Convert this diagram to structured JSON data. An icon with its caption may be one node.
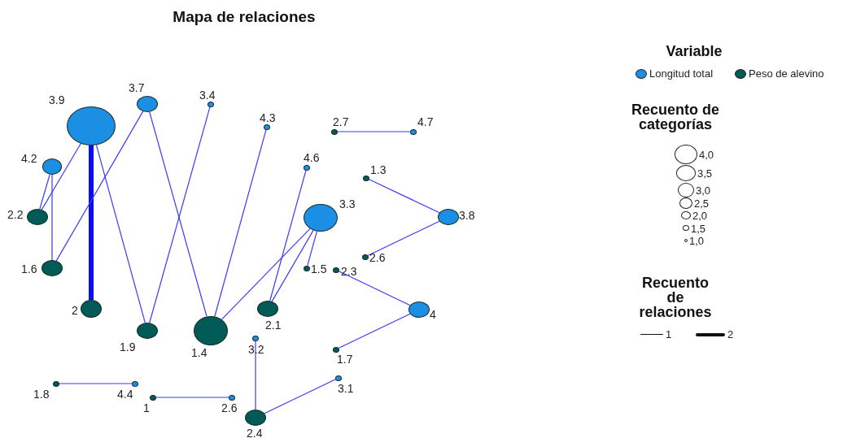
{
  "diagram": {
    "title": "Mapa de relaciones",
    "nodes": [
      {
        "text": [],
        "shape": "circle",
        "beside": [
          "3.9"
        ]
      },
      {
        "text": [],
        "shape": "circle",
        "beside": [
          "3.7"
        ]
      },
      {
        "text": [],
        "shape": "circle",
        "beside": [
          "3.4"
        ]
      },
      {
        "text": [],
        "shape": "circle",
        "beside": [
          "4.3"
        ]
      },
      {
        "text": [],
        "shape": "circle",
        "beside": [
          "2.7"
        ]
      },
      {
        "text": [],
        "shape": "circle",
        "beside": [
          "4.7"
        ]
      },
      {
        "text": [],
        "shape": "circle",
        "beside": [
          "4.2"
        ]
      },
      {
        "text": [],
        "shape": "circle",
        "beside": [
          "4.6"
        ]
      },
      {
        "text": [],
        "shape": "circle",
        "beside": [
          "1.3"
        ]
      },
      {
        "text": [],
        "shape": "circle",
        "beside": [
          "2.2"
        ]
      },
      {
        "text": [],
        "shape": "circle",
        "beside": [
          "3.3"
        ]
      },
      {
        "text": [],
        "shape": "circle",
        "beside": [
          "3.8"
        ]
      },
      {
        "text": [],
        "shape": "circle",
        "beside": [
          "2.6"
        ]
      },
      {
        "text": [],
        "shape": "circle",
        "beside": [
          "1.6"
        ]
      },
      {
        "text": [],
        "shape": "circle",
        "beside": [
          "1.5"
        ]
      },
      {
        "text": [],
        "shape": "circle",
        "beside": [
          "2.3"
        ]
      },
      {
        "text": [],
        "shape": "circle",
        "beside": [
          "2"
        ]
      },
      {
        "text": [],
        "shape": "circle",
        "beside": [
          "2.1"
        ]
      },
      {
        "text": [],
        "shape": "circle",
        "beside": [
          "4"
        ]
      },
      {
        "text": [],
        "shape": "circle",
        "beside": [
          "1.9"
        ]
      },
      {
        "text": [],
        "shape": "circle",
        "beside": [
          "1.4"
        ]
      },
      {
        "text": [],
        "shape": "circle",
        "beside": [
          "3.2"
        ]
      },
      {
        "text": [],
        "shape": "circle",
        "beside": [
          "1.7"
        ]
      },
      {
        "text": [],
        "shape": "circle",
        "beside": [
          "3.1"
        ]
      },
      {
        "text": [],
        "shape": "circle",
        "beside": [
          "1.8"
        ]
      },
      {
        "text": [],
        "shape": "circle",
        "beside": [
          "4.4"
        ]
      },
      {
        "text": [],
        "shape": "circle",
        "beside": [
          "1"
        ]
      },
      {
        "text": [],
        "shape": "circle",
        "beside": [
          "2.6"
        ]
      },
      {
        "text": [],
        "shape": "circle",
        "beside": [
          "2.4"
        ]
      }
    ],
    "edges": [
      {
        "from": 0,
        "to": 16,
        "arrow": "none",
        "style": "thick"
      },
      {
        "from": 0,
        "to": 9,
        "arrow": "none"
      },
      {
        "from": 0,
        "to": 19,
        "arrow": "none"
      },
      {
        "from": 1,
        "to": 13,
        "arrow": "none"
      },
      {
        "from": 1,
        "to": 20,
        "arrow": "none"
      },
      {
        "from": 2,
        "to": 19,
        "arrow": "none"
      },
      {
        "from": 3,
        "to": 20,
        "arrow": "none"
      },
      {
        "from": 4,
        "to": 5,
        "arrow": "none"
      },
      {
        "from": 6,
        "to": 9,
        "arrow": "none"
      },
      {
        "from": 6,
        "to": 13,
        "arrow": "none"
      },
      {
        "from": 7,
        "to": 17,
        "arrow": "none"
      },
      {
        "from": 8,
        "to": 11,
        "arrow": "none"
      },
      {
        "from": 10,
        "to": 20,
        "arrow": "none"
      },
      {
        "from": 10,
        "to": 17,
        "arrow": "none"
      },
      {
        "from": 10,
        "to": 14,
        "arrow": "none"
      },
      {
        "from": 11,
        "to": 12,
        "arrow": "none"
      },
      {
        "from": 15,
        "to": 18,
        "arrow": "none"
      },
      {
        "from": 18,
        "to": 22,
        "arrow": "none"
      },
      {
        "from": 21,
        "to": 28,
        "arrow": "none"
      },
      {
        "from": 23,
        "to": 28,
        "arrow": "none"
      },
      {
        "from": 24,
        "to": 25,
        "arrow": "none"
      },
      {
        "from": 26,
        "to": 27,
        "arrow": "none"
      }
    ],
    "labels": [
      "Variable",
      "Recuento de categorías",
      "Recuento de relaciones"
    ],
    "legend": [
      {
        "text": "Longitud total",
        "color": "#1a8fe3"
      },
      {
        "text": "Peso de alevino",
        "color": "#005a55"
      },
      {
        "text": "4,0"
      },
      {
        "text": "3,5"
      },
      {
        "text": "3,0"
      },
      {
        "text": "2,5"
      },
      {
        "text": "2,0"
      },
      {
        "text": "1,5"
      },
      {
        "text": "1,0"
      },
      {
        "text": "1"
      },
      {
        "text": "2"
      }
    ]
  }
}
